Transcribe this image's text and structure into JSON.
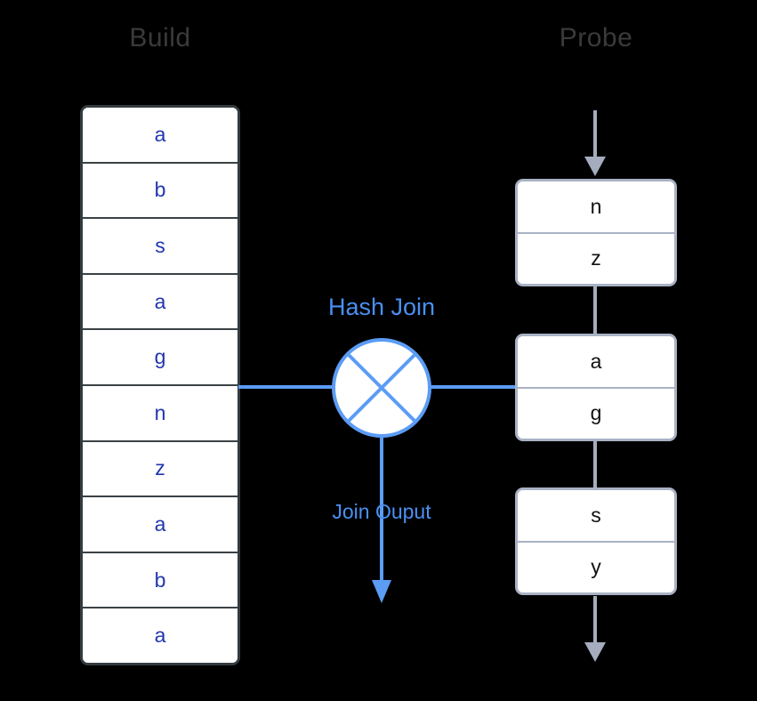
{
  "diagram": {
    "title_build": "Build",
    "title_probe": "Probe",
    "build_values": [
      "a",
      "b",
      "s",
      "a",
      "g",
      "n",
      "z",
      "a",
      "b",
      "a"
    ],
    "probe_blocks": [
      {
        "values": [
          "n",
          "z"
        ]
      },
      {
        "values": [
          "a",
          "g"
        ]
      },
      {
        "values": [
          "s",
          "y"
        ]
      }
    ],
    "hash_join_label": "Hash Join",
    "join_output_label": "Join Ouput",
    "icons": {
      "hash_join": "cross-circle-icon",
      "probe_inflow": "down-arrow-icon",
      "probe_outflow": "down-arrow-icon",
      "join_output": "down-arrow-icon"
    },
    "colors": {
      "background": "#000000",
      "build_border": "#333b3f",
      "build_text": "#2036ae",
      "probe_border": "#a9b2c4",
      "probe_text": "#111111",
      "flow_gray": "#a4acbd",
      "accent_blue": "#5b9cf5",
      "title_gray": "#3a3a3a"
    }
  }
}
